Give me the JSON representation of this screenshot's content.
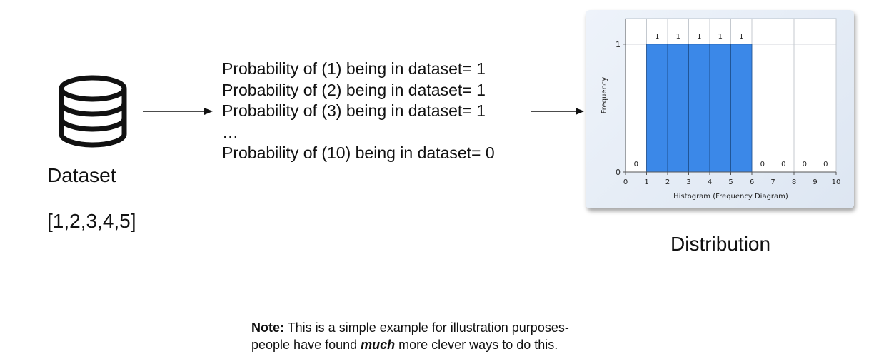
{
  "dataset": {
    "label": "Dataset",
    "values_text": "[1,2,3,4,5]"
  },
  "probabilities": {
    "lines": [
      "Probability of (1) being in dataset= 1",
      "Probability of (2) being in dataset= 1",
      "Probability of (3) being in dataset= 1",
      "…",
      "Probability of (10) being in dataset= 0"
    ]
  },
  "distribution": {
    "label": "Distribution"
  },
  "note": {
    "lead": "Note:",
    "text_1": " This is a simple example for illustration purposes-",
    "text_2a": "people have found ",
    "emphasis": "much",
    "text_2b": " more clever ways to do this."
  },
  "chart_data": {
    "type": "bar",
    "xlabel": "Histogram (Frequency Diagram)",
    "ylabel": "Frequency",
    "xlim": [
      0,
      10
    ],
    "ylim": [
      0,
      1
    ],
    "x_ticks": [
      "0",
      "1",
      "2",
      "3",
      "4",
      "5",
      "6",
      "7",
      "8",
      "9",
      "10"
    ],
    "y_ticks": [
      "0",
      "1"
    ],
    "bins": [
      {
        "start": 0,
        "end": 1,
        "value": 0
      },
      {
        "start": 1,
        "end": 2,
        "value": 1
      },
      {
        "start": 2,
        "end": 3,
        "value": 1
      },
      {
        "start": 3,
        "end": 4,
        "value": 1
      },
      {
        "start": 4,
        "end": 5,
        "value": 1
      },
      {
        "start": 5,
        "end": 6,
        "value": 1
      },
      {
        "start": 6,
        "end": 7,
        "value": 0
      },
      {
        "start": 7,
        "end": 8,
        "value": 0
      },
      {
        "start": 8,
        "end": 9,
        "value": 0
      },
      {
        "start": 9,
        "end": 10,
        "value": 0
      }
    ],
    "bar_color": "#3b88e8",
    "grid": true
  }
}
